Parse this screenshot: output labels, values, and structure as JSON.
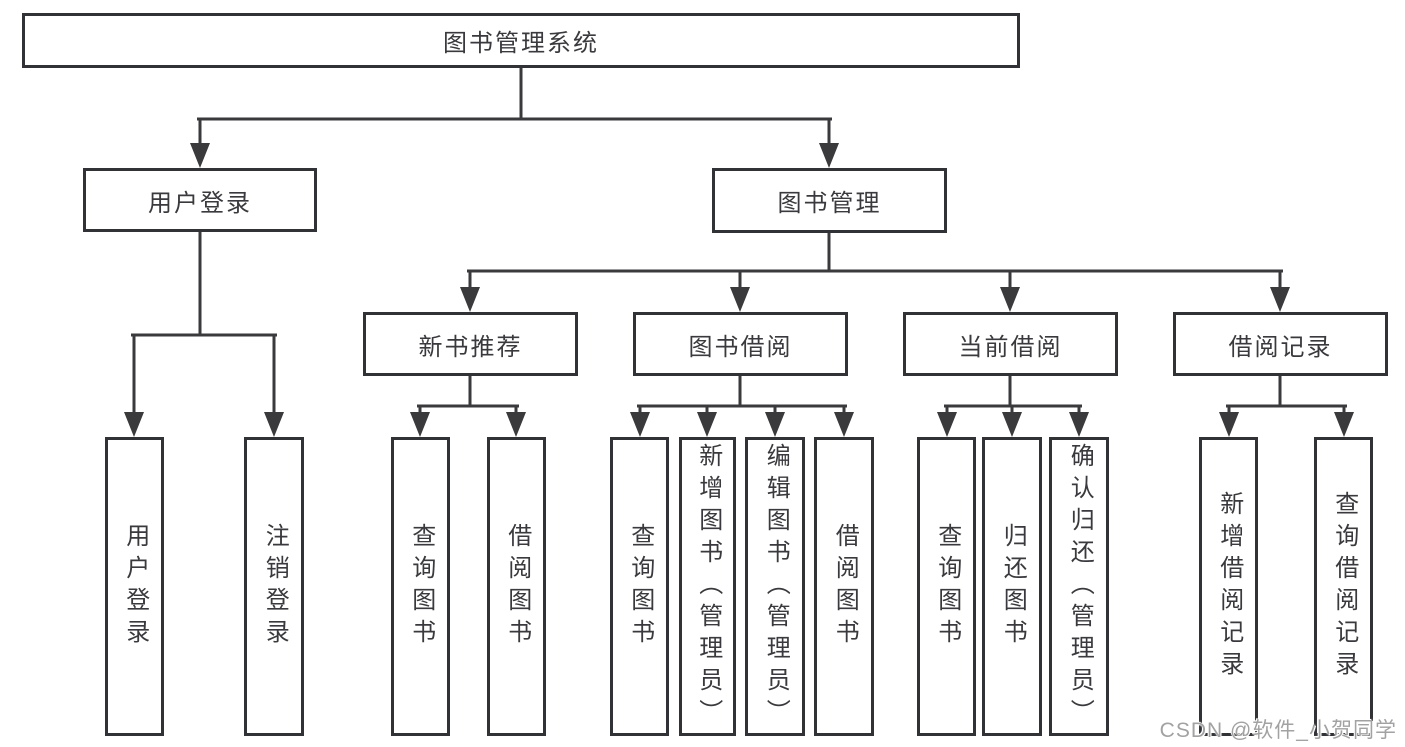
{
  "diagram": {
    "root": {
      "label": "图书管理系统"
    },
    "level2": [
      {
        "label": "用户登录",
        "children": [
          {
            "label": "用户登录"
          },
          {
            "label": "注销登录"
          }
        ]
      },
      {
        "label": "图书管理",
        "children": [
          {
            "label": "新书推荐",
            "children": [
              {
                "label": "查询图书"
              },
              {
                "label": "借阅图书"
              }
            ]
          },
          {
            "label": "图书借阅",
            "children": [
              {
                "label": "查询图书"
              },
              {
                "label": "新增图书（管理员）"
              },
              {
                "label": "编辑图书（管理员）"
              },
              {
                "label": "借阅图书"
              }
            ]
          },
          {
            "label": "当前借阅",
            "children": [
              {
                "label": "查询图书"
              },
              {
                "label": "归还图书"
              },
              {
                "label": "确认归还（管理员）"
              }
            ]
          },
          {
            "label": "借阅记录",
            "children": [
              {
                "label": "新增借阅记录"
              },
              {
                "label": "查询借阅记录"
              }
            ]
          }
        ]
      }
    ]
  },
  "watermark": {
    "text": "CSDN @软件_小贺同学"
  },
  "colors": {
    "line": "#3a3a3c",
    "box_border": "#313236",
    "text": "#3a3a3e",
    "watermark_text": "#a2a2a2",
    "background": "#ffffff"
  }
}
